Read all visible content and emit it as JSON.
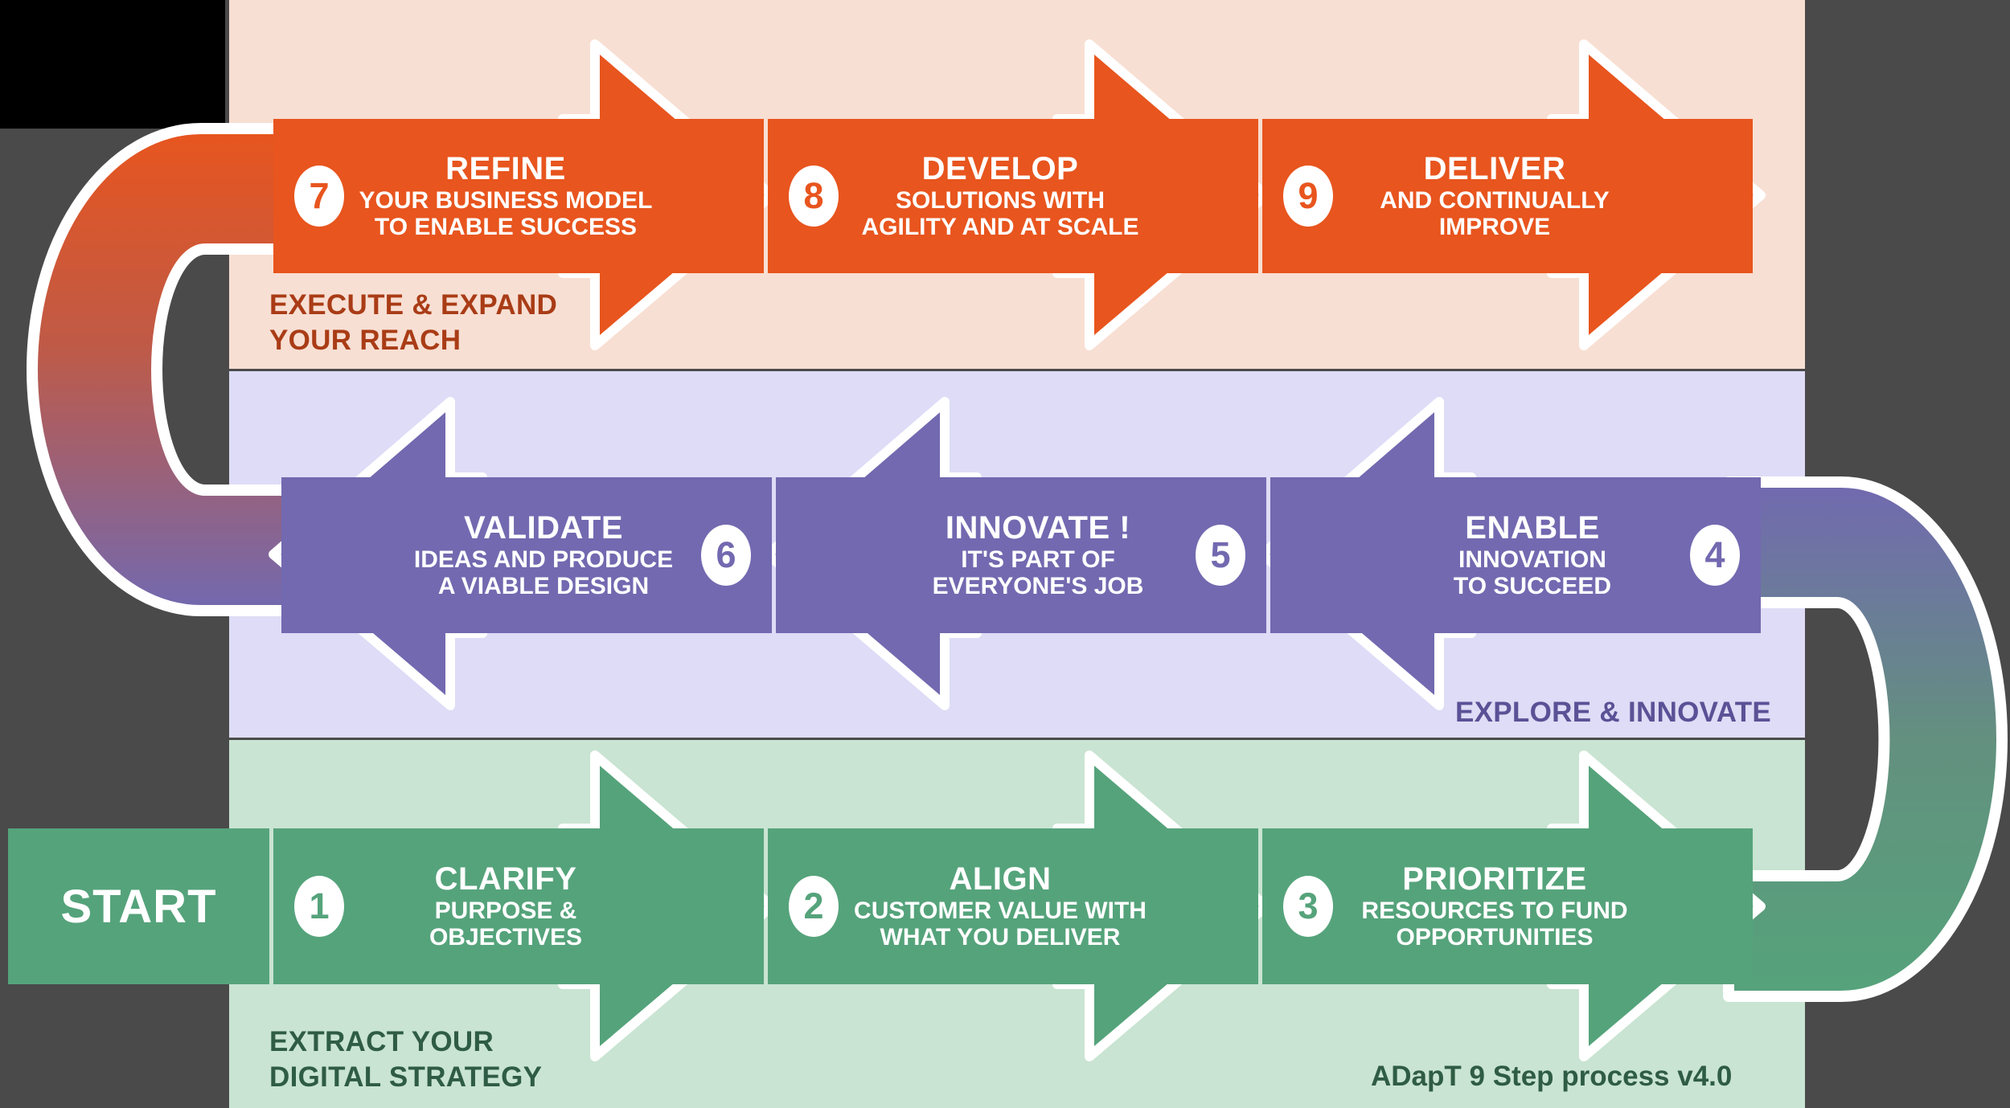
{
  "diagram": {
    "title": "ADapT 9 Step process v4.0",
    "start_label": "START",
    "colors": {
      "orange": "#e8551e",
      "orange_light": "#f8dfd3",
      "orange_text": "#a93c16",
      "purple": "#7269b0",
      "purple_light": "#dedcf6",
      "purple_text": "#5a5196",
      "green": "#55a37b",
      "green_light": "#c9e4d2",
      "green_text": "#2f5c44",
      "background": "#4a4a4a"
    },
    "bands": [
      {
        "id": "execute",
        "caption_line1": "EXECUTE & EXPAND",
        "caption_line2": "YOUR REACH",
        "direction": "right",
        "steps": [
          {
            "number": "7",
            "title": "REFINE",
            "sub1": "YOUR BUSINESS MODEL",
            "sub2": "TO ENABLE SUCCESS"
          },
          {
            "number": "8",
            "title": "DEVELOP",
            "sub1": "SOLUTIONS WITH",
            "sub2": "AGILITY AND AT SCALE"
          },
          {
            "number": "9",
            "title": "DELIVER",
            "sub1": "AND CONTINUALLY",
            "sub2": "IMPROVE"
          }
        ]
      },
      {
        "id": "explore",
        "caption_line1": "EXPLORE & INNOVATE",
        "caption_line2": "",
        "direction": "left",
        "steps": [
          {
            "number": "6",
            "title": "VALIDATE",
            "sub1": "IDEAS AND PRODUCE",
            "sub2": "A VIABLE DESIGN"
          },
          {
            "number": "5",
            "title": "INNOVATE !",
            "sub1": "IT'S PART OF",
            "sub2": "EVERYONE'S JOB"
          },
          {
            "number": "4",
            "title": "ENABLE",
            "sub1": "INNOVATION",
            "sub2": "TO SUCCEED"
          }
        ]
      },
      {
        "id": "extract",
        "caption_line1": "EXTRACT YOUR",
        "caption_line2": "DIGITAL STRATEGY",
        "direction": "right",
        "steps": [
          {
            "number": "1",
            "title": "CLARIFY",
            "sub1": "PURPOSE &",
            "sub2": "OBJECTIVES"
          },
          {
            "number": "2",
            "title": "ALIGN",
            "sub1": "CUSTOMER VALUE WITH",
            "sub2": "WHAT YOU DELIVER"
          },
          {
            "number": "3",
            "title": "PRIORITIZE",
            "sub1": "RESOURCES TO FUND",
            "sub2": "OPPORTUNITIES"
          }
        ]
      }
    ]
  }
}
